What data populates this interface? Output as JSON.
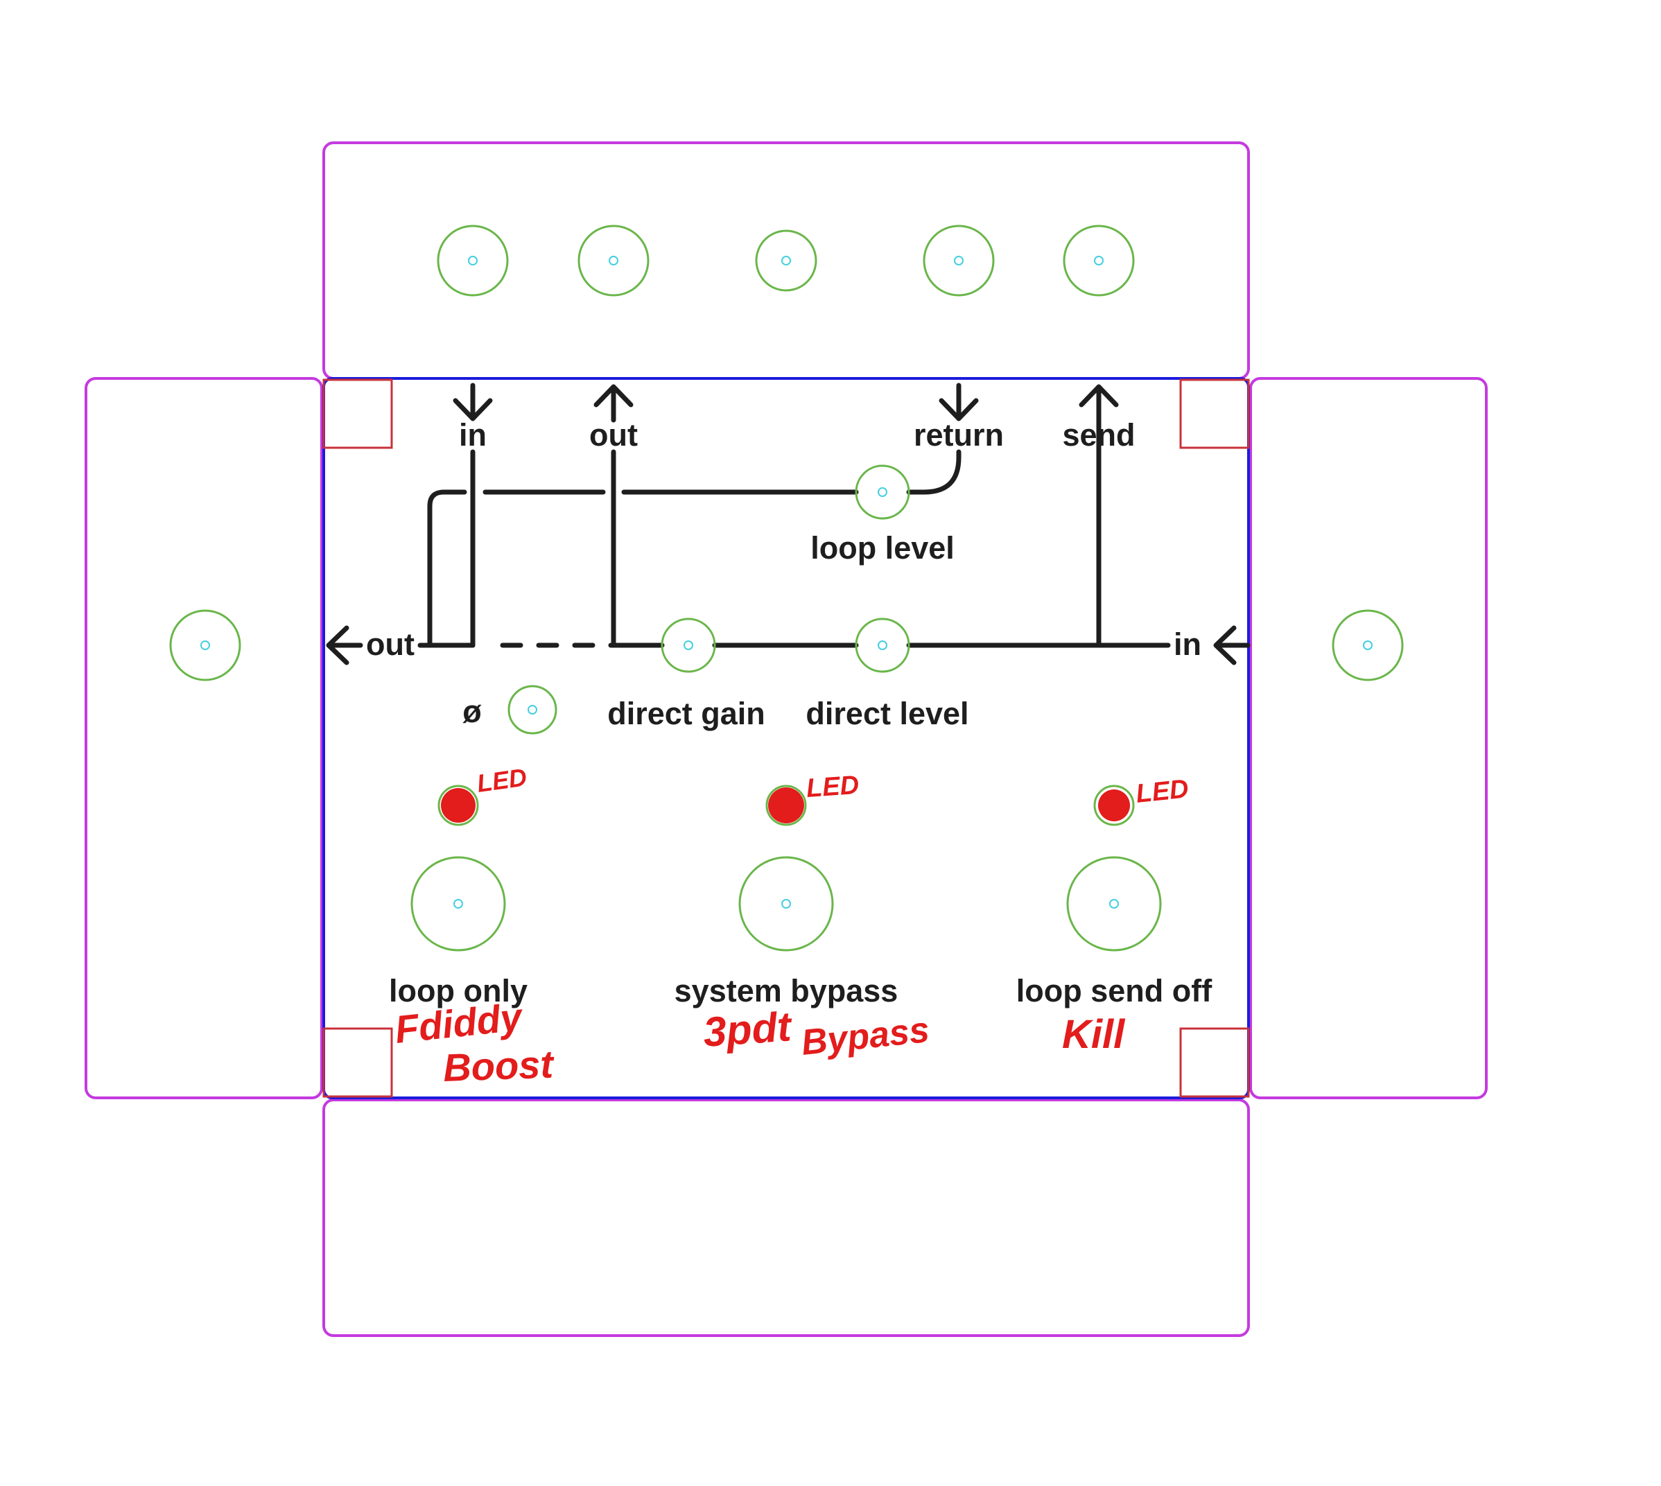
{
  "colors": {
    "flap_outline": "#c43adf",
    "face_outline": "#1b1bdc",
    "corner_mark": "#c8323a",
    "hole_outline": "#6ab64a",
    "hole_center": "#45cfe0",
    "wire": "#1e1e1e",
    "annotation": "#e31c1c"
  },
  "labels": {
    "top_in": "in",
    "top_out": "out",
    "top_return": "return",
    "top_send": "send",
    "left_out": "out",
    "right_in": "in",
    "loop_level": "loop level",
    "phase": "ø",
    "direct_gain": "direct gain",
    "direct_level": "direct level"
  },
  "switches": [
    {
      "label": "loop only",
      "led_note": "LED",
      "note_lines": [
        "Fdiddy",
        "Boost"
      ]
    },
    {
      "label": "system bypass",
      "led_note": "LED",
      "note_lines": [
        "3pdt",
        "Bypass"
      ]
    },
    {
      "label": "loop send off",
      "led_note": "LED",
      "note_lines": [
        "Kill"
      ]
    }
  ]
}
